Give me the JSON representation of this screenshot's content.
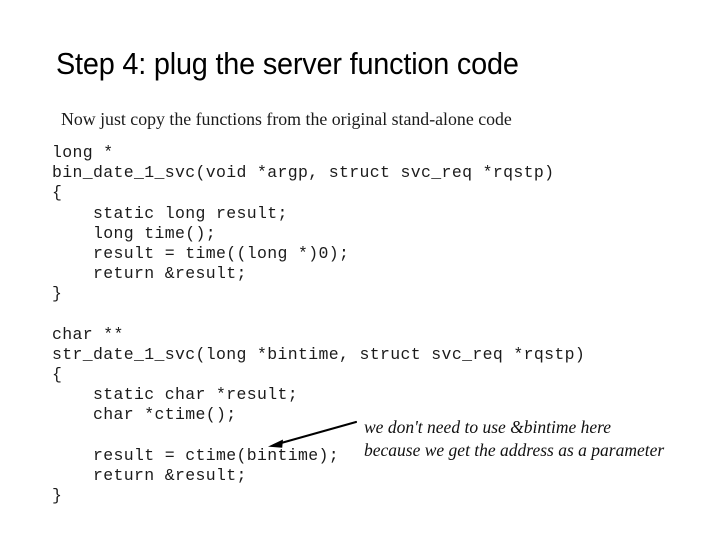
{
  "slide": {
    "title": "Step 4: plug the server function code",
    "subtitle": "Now just copy the functions from the original stand-alone code",
    "background_color": "#ffffff",
    "text_color": "#000000"
  },
  "code": {
    "language": "c",
    "lines": [
      "long *",
      "bin_date_1_svc(void *argp, struct svc_req *rqstp)",
      "{",
      "    static long result;",
      "    long time();",
      "    result = time((long *)0);",
      "    return &result;",
      "}",
      "",
      "char **",
      "str_date_1_svc(long *bintime, struct svc_req *rqstp)",
      "{",
      "    static char *result;",
      "    char *ctime();",
      "",
      "    result = ctime(bintime);",
      "    return &result;",
      "}"
    ]
  },
  "annotation": {
    "lines": [
      "we don't need to use &bintime here",
      "because we get the address as a parameter"
    ],
    "arrow": {
      "icon": "arrow-left-icon",
      "color": "#000000",
      "points_to": "bintime"
    }
  }
}
